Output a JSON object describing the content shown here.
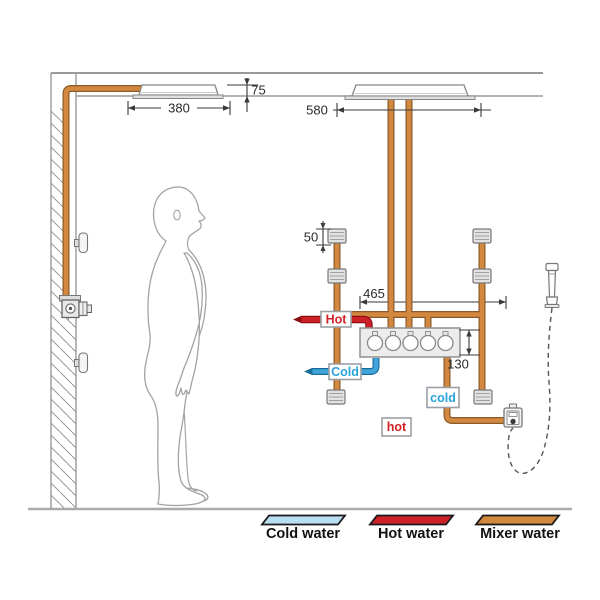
{
  "diagram": {
    "type": "shower-system-installation-diagram",
    "dims": {
      "head_height": "75",
      "head1_width": "380",
      "head2_width": "580",
      "jet_size": "50",
      "manifold_width": "465",
      "valve_height": "130"
    },
    "labels": {
      "hot_supply": "Hot",
      "cold_supply": "Cold",
      "cold_out": "cold",
      "hot_out": "hot"
    },
    "legend": {
      "items": [
        {
          "label": "Cold water",
          "color": "#b9def1"
        },
        {
          "label": "Hot water",
          "color": "#ce2127"
        },
        {
          "label": "Mixer water",
          "color": "#d2883e"
        }
      ]
    },
    "colors": {
      "cold_pipe": "#3fa5db",
      "hot_pipe": "#ce2127",
      "mixer_pipe": "#d2883e"
    }
  }
}
